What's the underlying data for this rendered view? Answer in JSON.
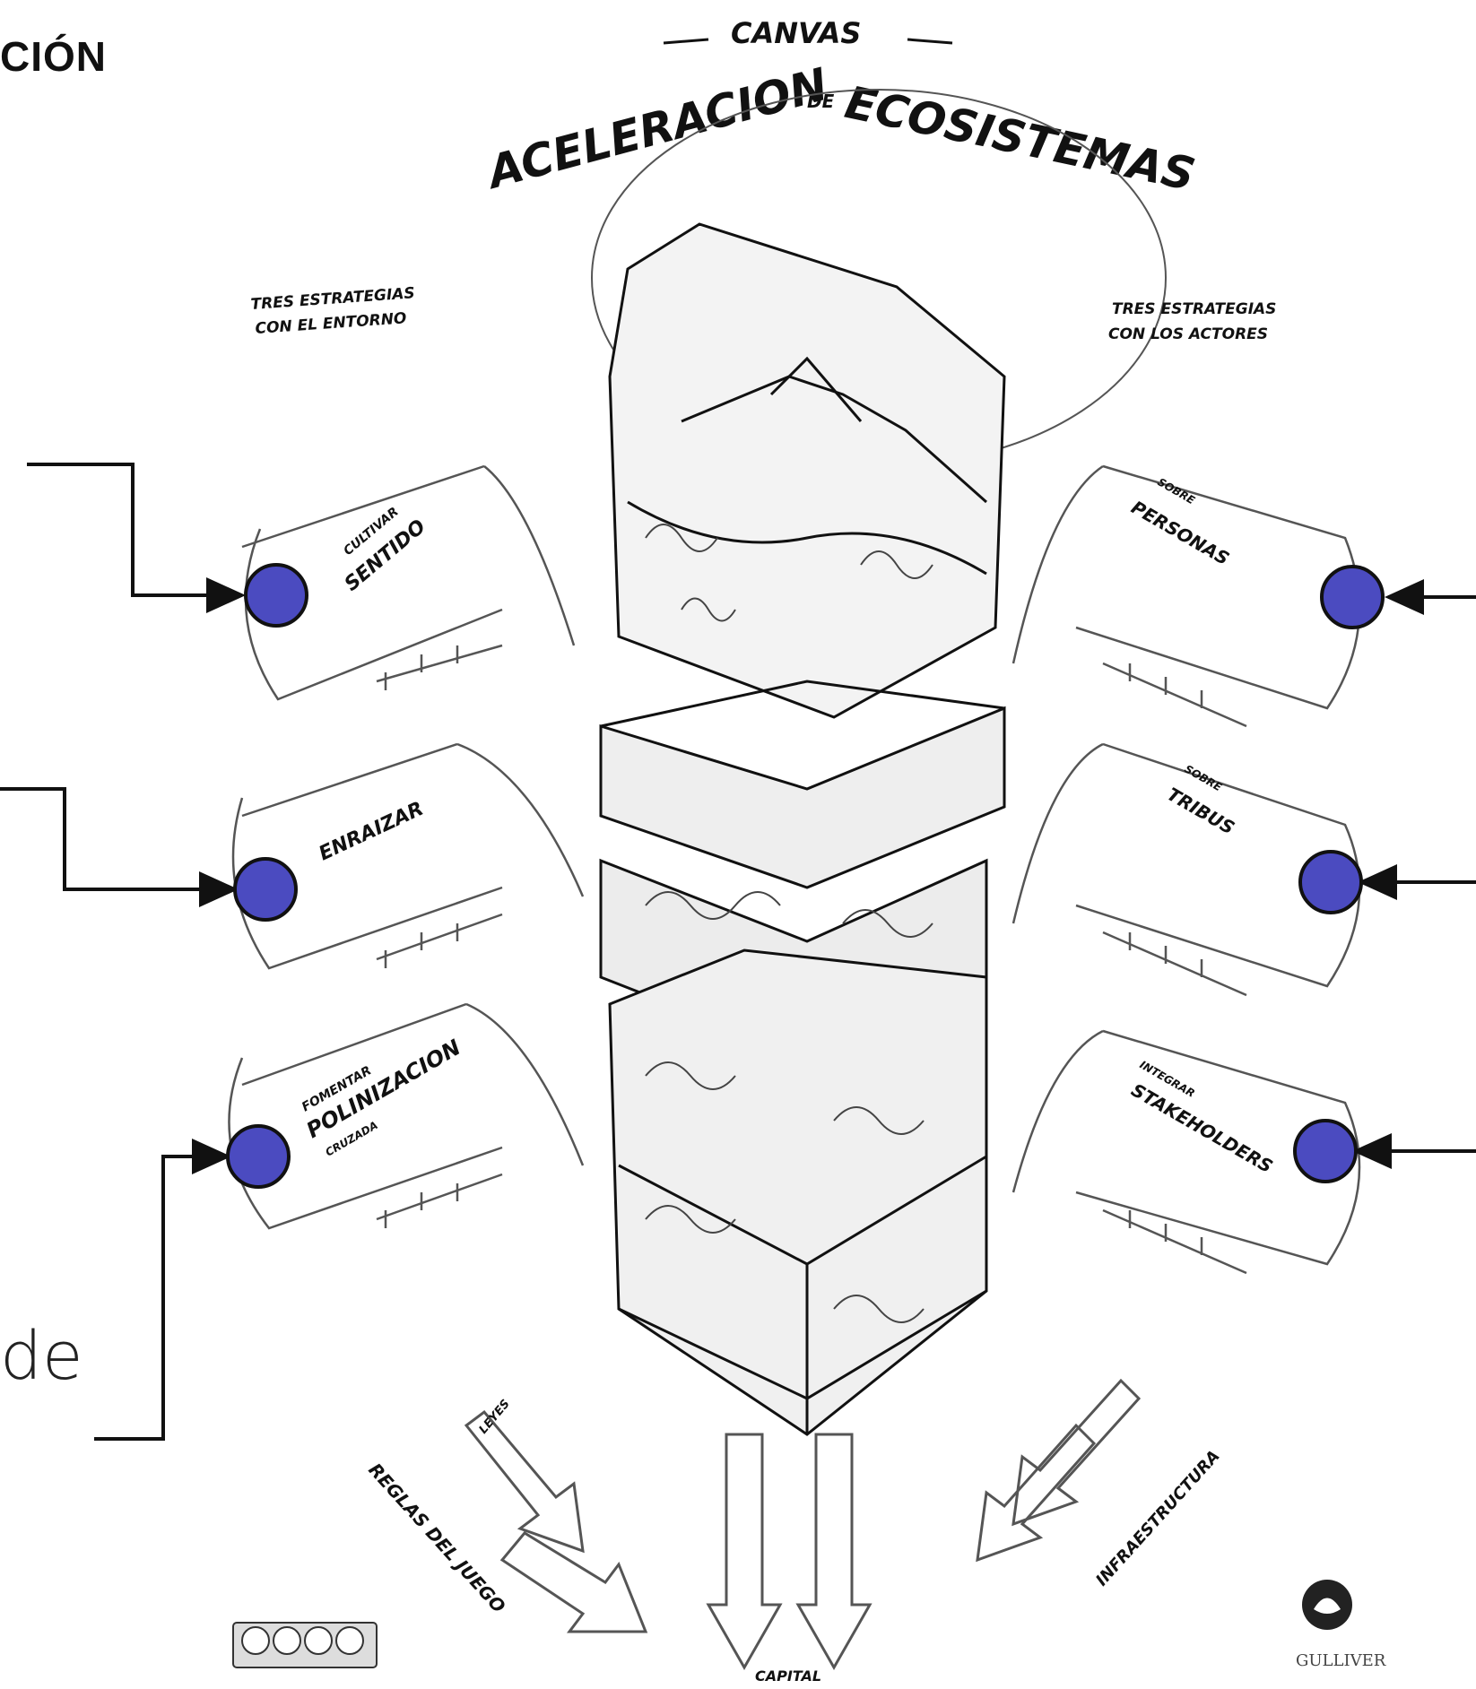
{
  "heading": "CIÓN",
  "partial_word": "de",
  "canvas": {
    "top_label": "CANVAS",
    "title_left": "ACELERACION",
    "title_de": "DE",
    "title_right": "ECOSISTEMAS"
  },
  "left_header": [
    "TRES ESTRATEGIAS",
    "CON EL ENTORNO"
  ],
  "right_header": [
    "TRES ESTRATEGIAS",
    "CON LOS ACTORES"
  ],
  "left_strategies": [
    {
      "small": "CULTIVAR",
      "big": "SENTIDO"
    },
    {
      "big": "ENRAIZAR"
    },
    {
      "small": "FOMENTAR",
      "big": "POLINIZACION",
      "sub": "CRUZADA"
    }
  ],
  "right_strategies": [
    {
      "small": "SOBRE",
      "big": "PERSONAS"
    },
    {
      "small": "SOBRE",
      "big": "TRIBUS"
    },
    {
      "small": "INTEGRAR",
      "big": "STAKEHOLDERS"
    }
  ],
  "bottom_labels": {
    "left": "REGLAS DEL JUEGO",
    "leyes": "LEYES",
    "center": "CAPITAL",
    "right": "INFRAESTRUCTURA"
  },
  "logo": {
    "name": "GULLIVER"
  },
  "colors": {
    "marker_fill": "#4B4BC0",
    "marker_stroke": "#111111",
    "line": "#111111"
  }
}
